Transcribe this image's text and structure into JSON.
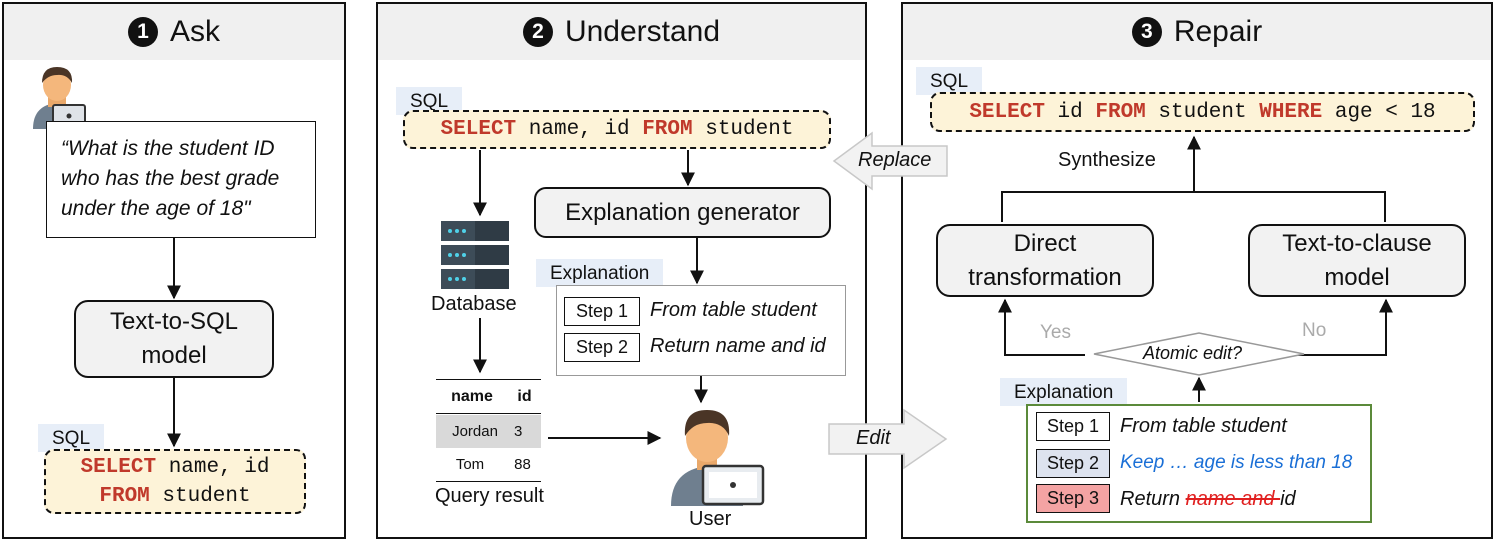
{
  "panel_ask": {
    "number": "1",
    "title": "Ask",
    "question": "“What is the student ID who has the best grade under the age of 18\"",
    "model_label_line1": "Text-to-SQL",
    "model_label_line2": "model",
    "sql_tag": "SQL",
    "sql_line1_kw": "SELECT",
    "sql_line1_rest": " name, id",
    "sql_line2_kw": "FROM",
    "sql_line2_rest": " student"
  },
  "panel_understand": {
    "number": "2",
    "title": "Understand",
    "sql_tag": "SQL",
    "sql_kw1": "SELECT",
    "sql_mid": " name, id ",
    "sql_kw2": "FROM",
    "sql_rest": " student",
    "generator_label": "Explanation generator",
    "explanation_tag": "Explanation",
    "steps": [
      {
        "label": "Step 1",
        "text": "From table student"
      },
      {
        "label": "Step 2",
        "text": "Return name and id"
      }
    ],
    "database_label": "Database",
    "table_headers": [
      "name",
      "id"
    ],
    "table_rows": [
      [
        "Jordan",
        "3"
      ],
      [
        "Tom",
        "88"
      ]
    ],
    "query_result_label": "Query result",
    "user_label": "User"
  },
  "transitions": {
    "replace_label": "Replace",
    "edit_label": "Edit"
  },
  "panel_repair": {
    "number": "3",
    "title": "Repair",
    "sql_tag": "SQL",
    "sql_kw1": "SELECT",
    "sql_mid1": " id ",
    "sql_kw2": "FROM",
    "sql_mid2": " student ",
    "sql_kw3": "WHERE",
    "sql_rest": " age < 18",
    "synthesize_label": "Synthesize",
    "direct_line1": "Direct",
    "direct_line2": "transformation",
    "clause_line1": "Text-to-clause",
    "clause_line2": "model",
    "decision_label": "Atomic edit?",
    "yes_label": "Yes",
    "no_label": "No",
    "explanation_tag": "Explanation",
    "step1_label": "Step 1",
    "step1_text": "From table student",
    "step2_label": "Step 2",
    "step2_text": "Keep … age is less than 18",
    "step3_label": "Step 3",
    "step3_text_prefix": "Return ",
    "step3_text_struck": "name and ",
    "step3_text_suffix": "id"
  },
  "colors": {
    "keyword": "#c0392b",
    "sql_fill": "#fdf3d8",
    "tag_fill": "#e7eef8",
    "step2_fill": "#dde3ef",
    "step3_fill": "#f4a3a3",
    "edit_text": "#1a6fd6",
    "strike": "#e02020",
    "explanation_border": "#5b8a3a"
  }
}
